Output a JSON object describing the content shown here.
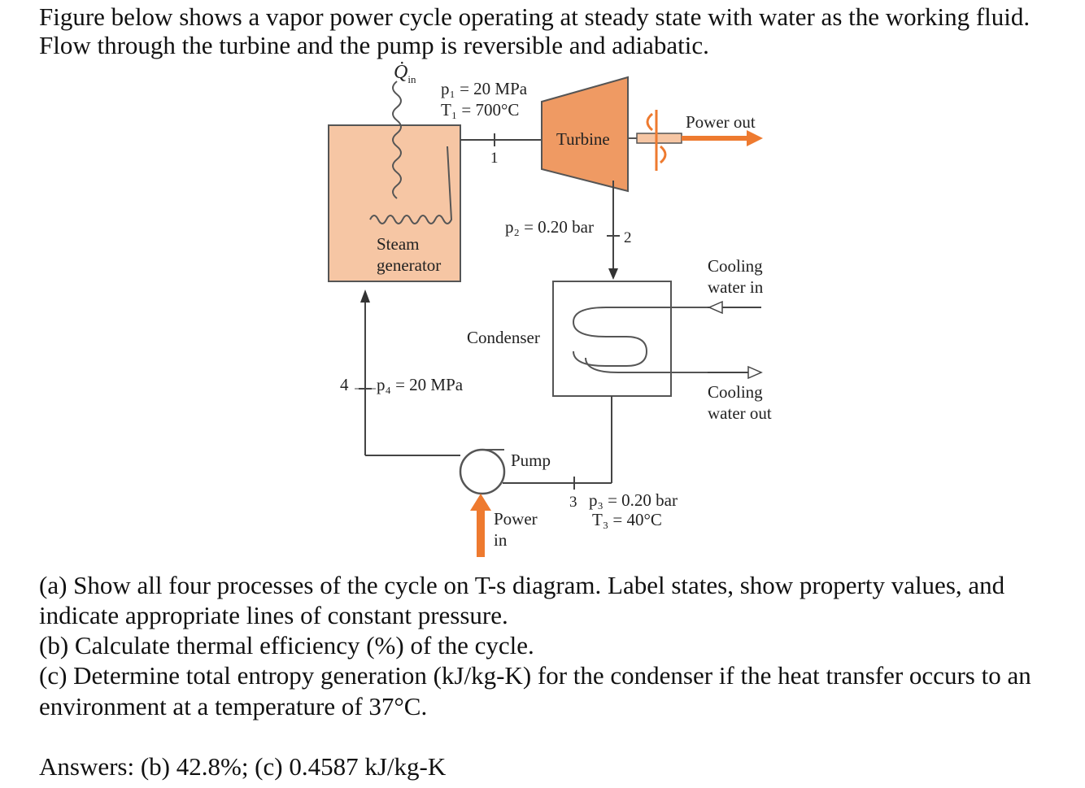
{
  "intro": {
    "line1": "Figure below shows a vapor power cycle operating at steady state with water as the working fluid.",
    "line2": "Flow through the turbine and the pump is reversible and adiabatic."
  },
  "diagram": {
    "q_in_symbol": "Q̇",
    "q_in_subscript": "in",
    "state1_p": "p₁ = 20 MPa",
    "state1_t": "T₁ = 700°C",
    "state1_num": "1",
    "turbine_label": "Turbine",
    "power_out": "Power out",
    "state2_p": "p₂ = 0.20 bar",
    "state2_num": "2",
    "steam_gen_line1": "Steam",
    "steam_gen_line2": "generator",
    "cooling_in_line1": "Cooling",
    "cooling_in_line2": "water in",
    "condenser_label": "Condenser",
    "state4_num": "4",
    "state4_p": "p₄ = 20 MPa",
    "cooling_out_line1": "Cooling",
    "cooling_out_line2": "water out",
    "pump_label": "Pump",
    "state3_num": "3",
    "state3_p": "p₃ = 0.20 bar",
    "state3_t": "T₃ = 40°C",
    "power_in_line1": "Power",
    "power_in_line2": "in",
    "colors": {
      "steam_generator_fill": "#f6c6a4",
      "turbine_fill": "#ef9a63",
      "arrow_orange": "#ee7a2f",
      "line": "#444444"
    }
  },
  "questions": {
    "a_line1": "(a) Show all four processes of the cycle on T-s diagram.   Label states, show property values, and",
    "a_line2": "indicate appropriate lines of constant pressure.",
    "b": "(b) Calculate thermal efficiency (%) of the cycle.",
    "c_line1": "(c) Determine total entropy generation (kJ/kg-K) for the condenser if the heat transfer occurs to an",
    "c_line2": "environment at a temperature of 37°C."
  },
  "answers": "Answers: (b) 42.8%; (c) 0.4587 kJ/kg-K"
}
